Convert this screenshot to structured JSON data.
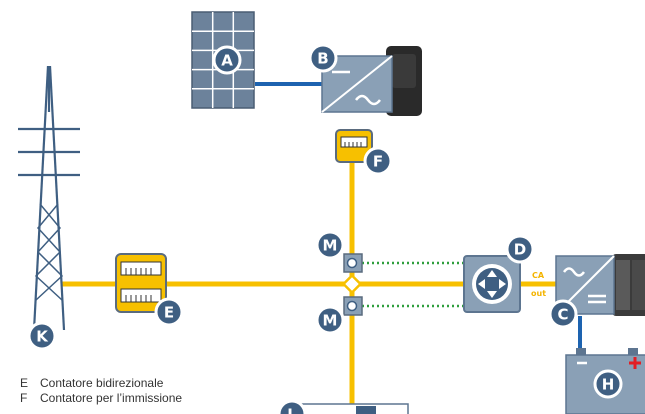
{
  "markers": {
    "a": "A",
    "b": "B",
    "c": "C",
    "d": "D",
    "e": "E",
    "f": "F",
    "h": "H",
    "k": "K",
    "m_top": "M",
    "m_bottom": "M",
    "l": "L"
  },
  "labels": {
    "ca": "CA",
    "out": "out"
  },
  "legend": [
    {
      "key": "E",
      "text": "Contatore bidirezionale"
    },
    {
      "key": "F",
      "text": "Contatore per l’immissione"
    }
  ],
  "colors": {
    "ac_line": "#f7c000",
    "dc_line": "#1d63b0",
    "marker": "#3f5f82",
    "solar_panel": "#6c829b",
    "comm_line": "#2e9e3c"
  }
}
